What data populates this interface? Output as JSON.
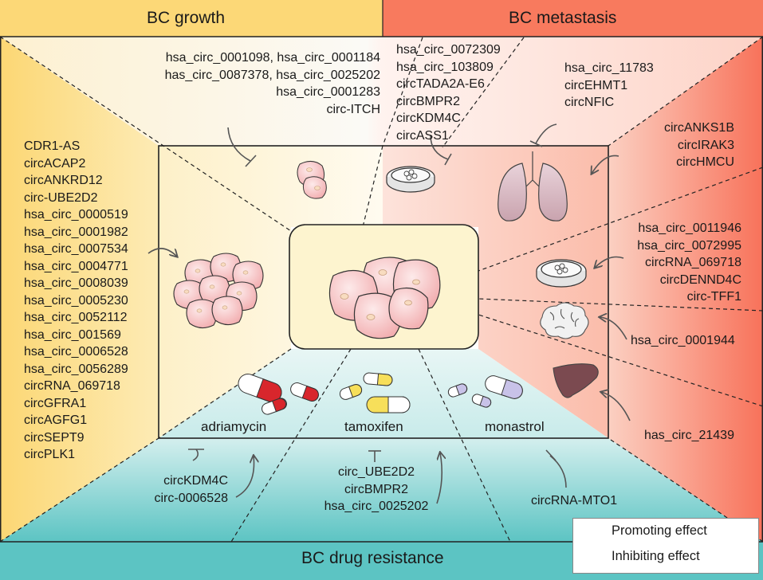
{
  "headers": {
    "growth": "BC growth",
    "metastasis": "BC metastasis",
    "drug_resistance": "BC drug resistance"
  },
  "growth_promoting": [
    "CDR1-AS",
    "circACAP2",
    "circANKRD12",
    "circ-UBE2D2",
    "hsa_circ_0000519",
    "hsa_circ_0001982",
    "hsa_circ_0007534",
    "hsa_circ_0004771",
    "hsa_circ_0008039",
    "hsa_circ_0005230",
    "hsa_circ_0052112",
    "hsa_circ_001569",
    "hsa_circ_0006528",
    "hsa_circ_0056289",
    "circRNA_069718",
    "circGFRA1",
    "circAGFG1",
    "circSEPT9",
    "circPLK1"
  ],
  "growth_inhibiting": [
    "hsa_circ_0001098, hsa_circ_0001184",
    "has_circ_0087378, hsa_circ_0025202",
    "hsa_circ_0001283",
    "circ-ITCH"
  ],
  "metastasis_dish_inhibiting": [
    "hsa_circ_0072309",
    "hsa_circ_103809",
    "circTADA2A-E6",
    "circBMPR2",
    "circKDM4C",
    "circASS1"
  ],
  "metastasis_lung_inhibiting": [
    "hsa_circ_11783",
    "circEHMT1",
    "circNFIC"
  ],
  "metastasis_lung_promoting": [
    "circANKS1B",
    "circIRAK3",
    "circHMCU"
  ],
  "metastasis_dish_promoting": [
    "hsa_circ_0011946",
    "hsa_circ_0072995",
    "circRNA_069718",
    "circDENND4C",
    "circ-TFF1"
  ],
  "metastasis_brain": "hsa_circ_0001944",
  "metastasis_liver": "has_circ_21439",
  "drugs": [
    "adriamycin",
    "tamoxifen",
    "monastrol"
  ],
  "resistance_inhibit_left": "circKDM4C",
  "resistance_promote_left": "circ-0006528",
  "resistance_middle": [
    "circ_UBE2D2",
    "circBMPR2",
    "hsa_circ_0025202"
  ],
  "resistance_right": "circRNA-MTO1",
  "legend": {
    "promoting": "Promoting effect",
    "inhibiting": "Inhibiting effect"
  },
  "colors": {
    "growth_panel": "#fcd877",
    "metastasis_panel": "#f87a5e",
    "resistance_panel": "#5cc4c3",
    "center_box": "#fdf4cf"
  }
}
